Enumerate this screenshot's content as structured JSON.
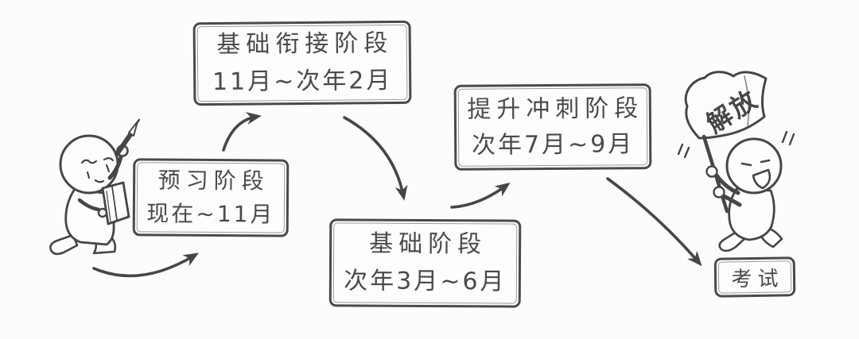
{
  "canvas": {
    "background": "#fcfcfc",
    "ink": "#464646"
  },
  "stages": [
    {
      "name": "preview",
      "title": "预习阶段",
      "period": "现在~11月"
    },
    {
      "name": "bridging",
      "title": "基础衔接阶段",
      "period": "11月~次年2月"
    },
    {
      "name": "foundation",
      "title": "基础阶段",
      "period": "次年3月~6月"
    },
    {
      "name": "sprint",
      "title": "提升冲刺阶段",
      "period": "次年7月~9月"
    },
    {
      "name": "exam",
      "title": "考试",
      "period": ""
    }
  ],
  "flag": {
    "label": "解放"
  },
  "figures": {
    "left": "running-student-with-notebook-and-pencil",
    "right": "cheering-student-waving-liberation-flag"
  }
}
